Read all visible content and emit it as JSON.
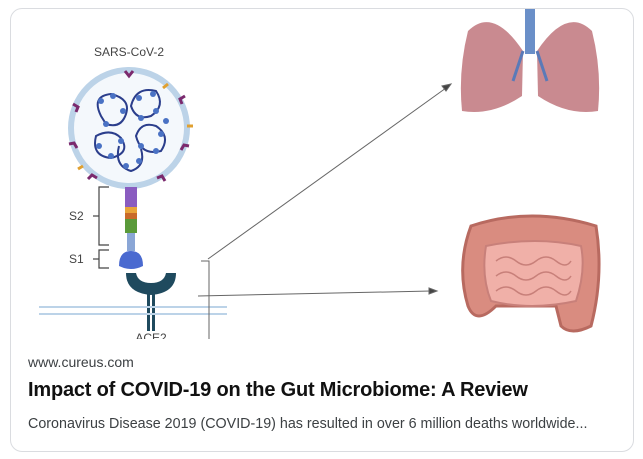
{
  "result": {
    "site": "www.cureus.com",
    "title": "Impact of COVID-19 on the Gut Microbiome: A Review",
    "snippet": "Coronavirus Disease 2019 (COVID-19) has resulted in over 6 million deaths worldwide..."
  },
  "figure": {
    "virus_label": "SARS-CoV-2",
    "s2_label": "S2",
    "s1_label": "S1",
    "receptor_label": "ACE2"
  }
}
